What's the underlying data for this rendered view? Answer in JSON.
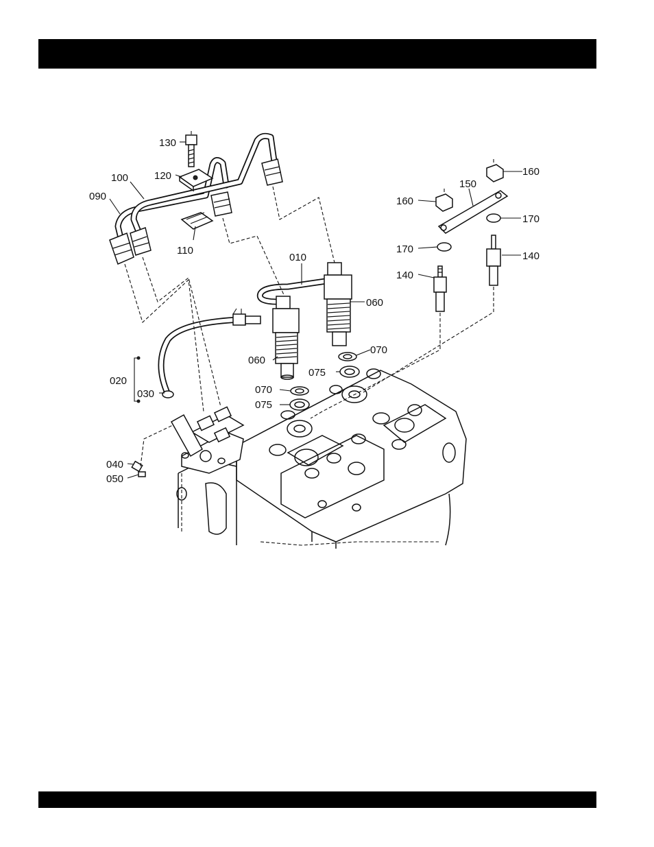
{
  "labels": {
    "p010": "010",
    "p020": "020",
    "p030": "030",
    "p040": "040",
    "p050": "050",
    "p060a": "060",
    "p060b": "060",
    "p070a": "070",
    "p070b": "070",
    "p075a": "075",
    "p075b": "075",
    "p090": "090",
    "p100": "100",
    "p110": "110",
    "p120": "120",
    "p130": "130",
    "p140a": "140",
    "p140b": "140",
    "p150": "150",
    "p160a": "160",
    "p160b": "160",
    "p170a": "170",
    "p170b": "170"
  },
  "colors": {
    "bar": "#000000",
    "ink": "#111111",
    "paper": "#ffffff"
  }
}
